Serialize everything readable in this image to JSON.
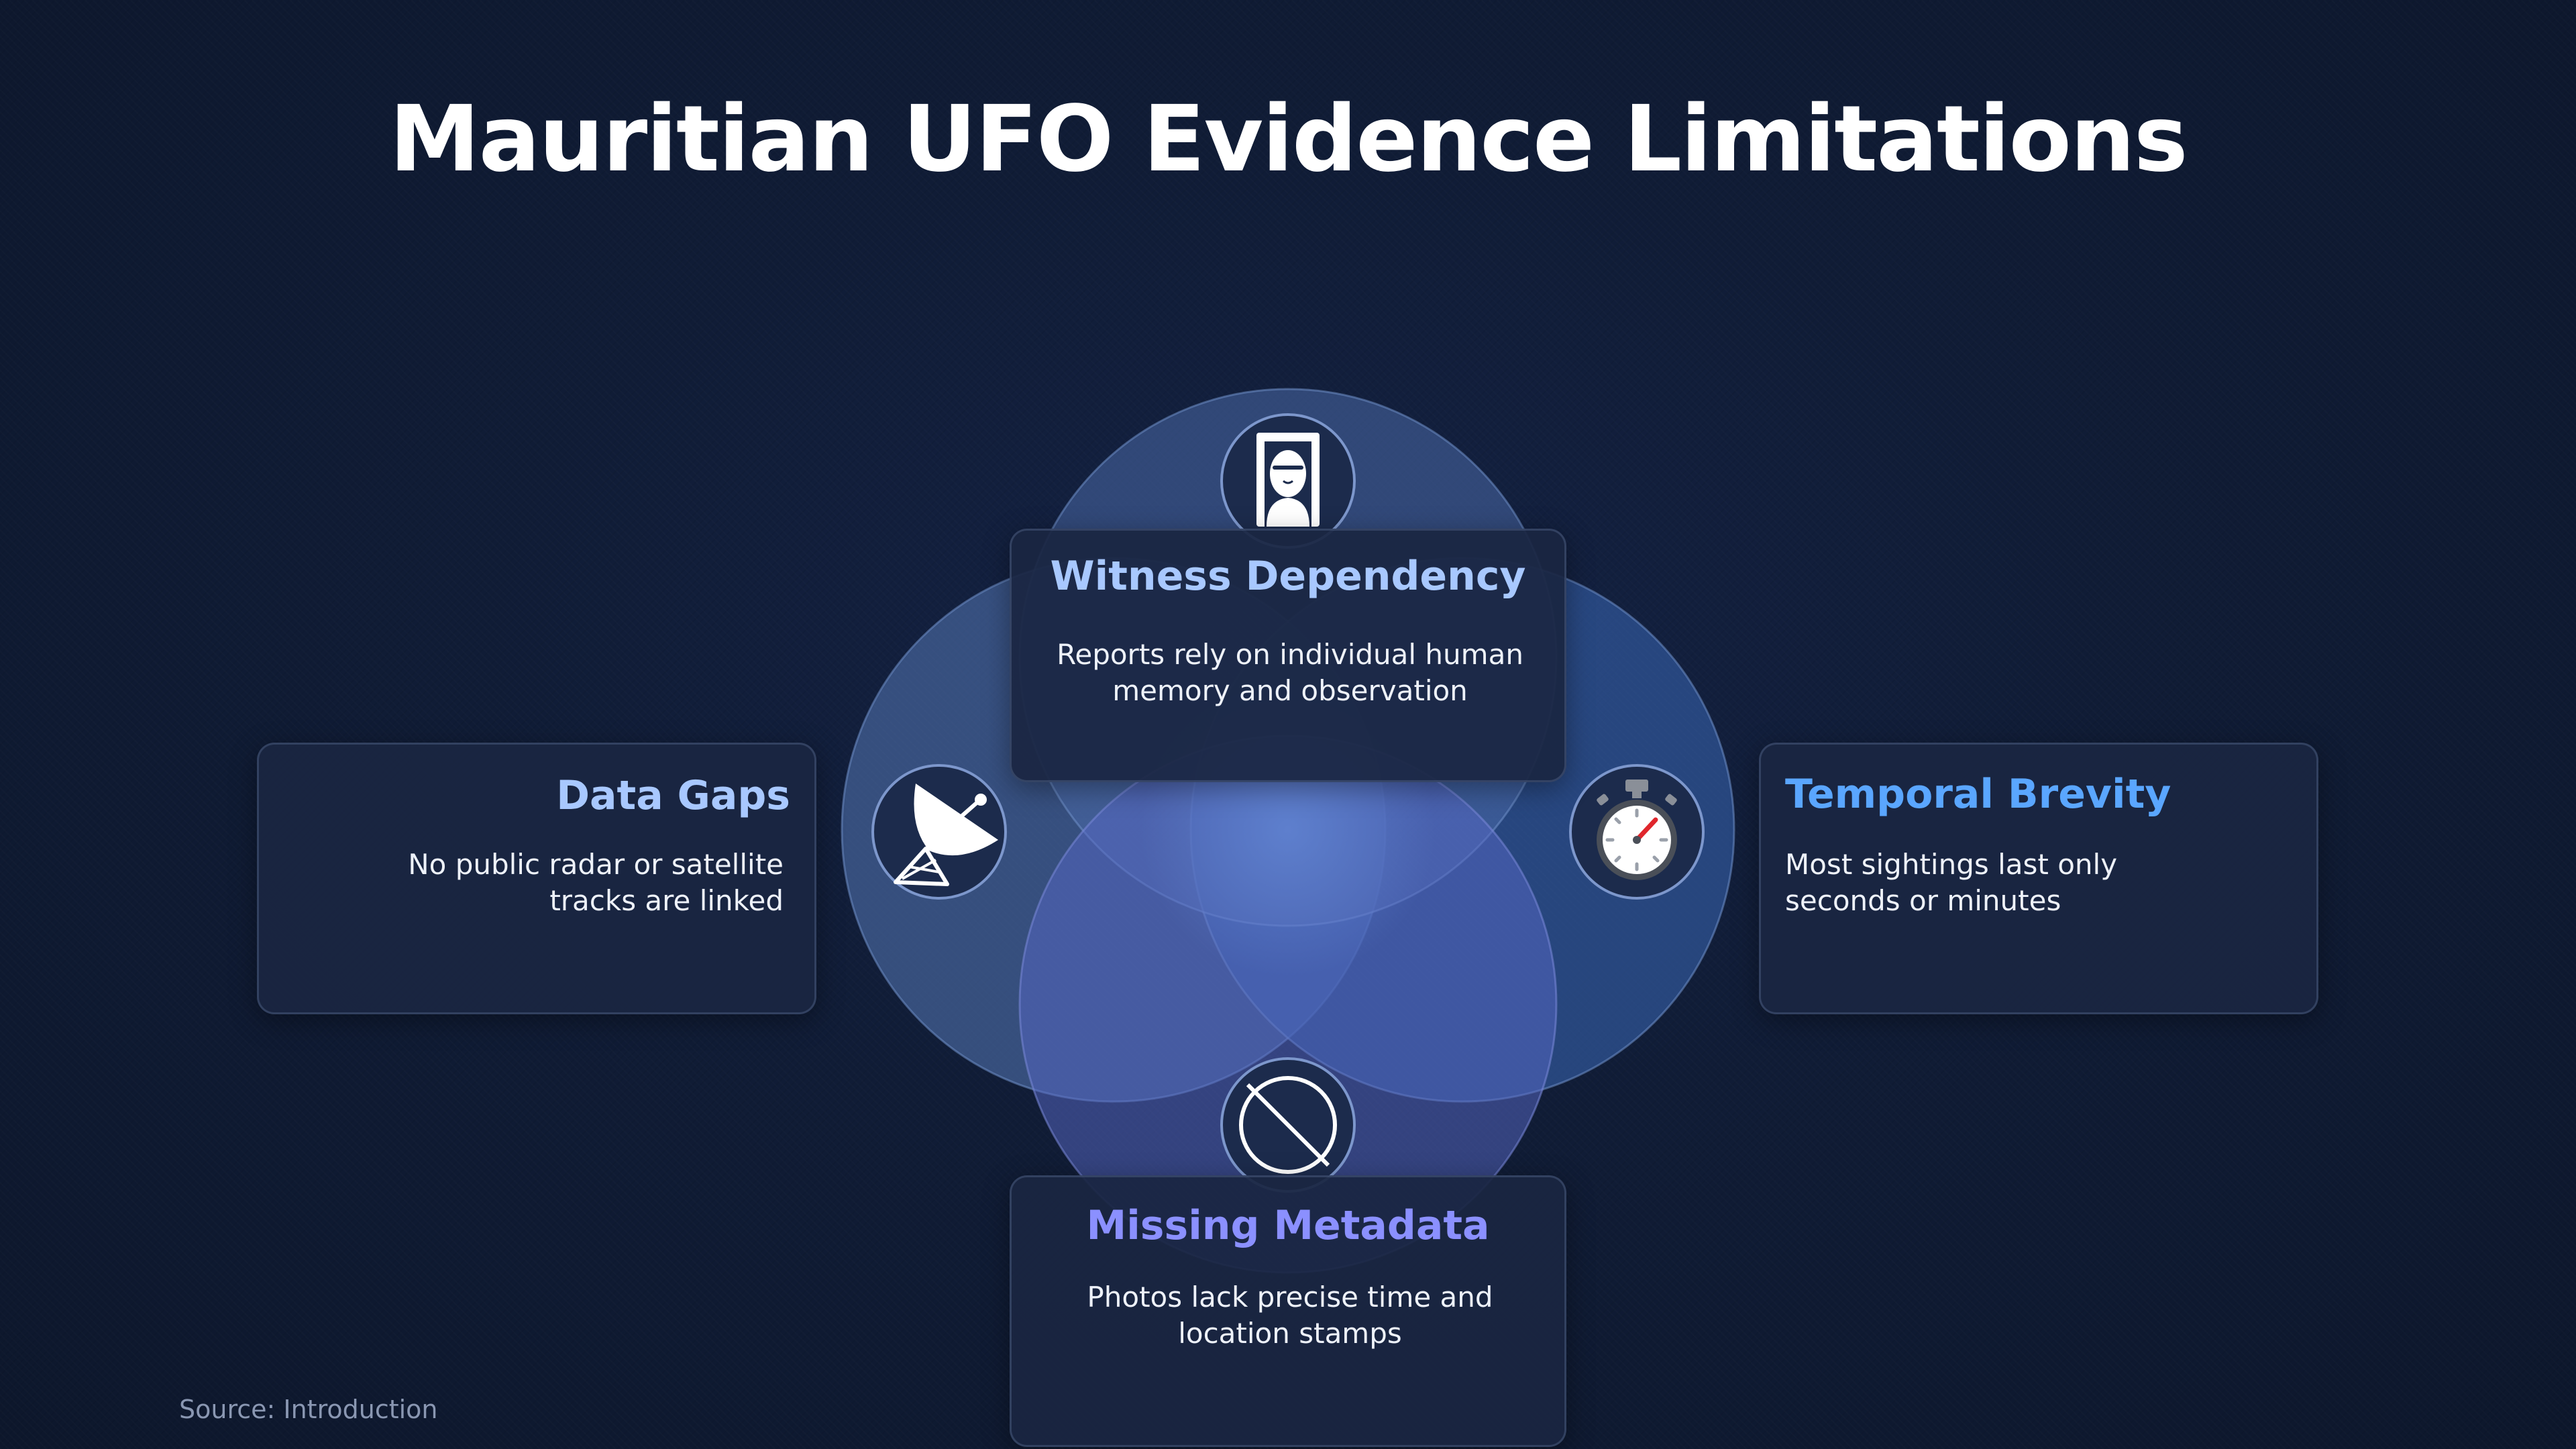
{
  "title": "Mauritian UFO Evidence Limitations",
  "colors": {
    "background": "#0f1a30",
    "circle_top": "#4a6aa8",
    "circle_left": "#4e6da8",
    "circle_right": "#355da6",
    "circle_bottom": "#5464c2",
    "card_background": "#1a2642",
    "title_light_blue": "#a8c8ff",
    "title_bright_blue": "#5aa6ff",
    "title_violet": "#8b90ff"
  },
  "limitations": {
    "witness": {
      "title": "Witness Dependency",
      "description": "Reports rely on individual human memory and observation",
      "icon": "witness-portrait-icon"
    },
    "gaps": {
      "title": "Data Gaps",
      "description": "No public radar or satellite tracks are linked",
      "icon": "satellite-dish-icon"
    },
    "temporal": {
      "title": "Temporal Brevity",
      "description": "Most sightings last only seconds or minutes",
      "icon": "stopwatch-icon"
    },
    "metadata": {
      "title": "Missing Metadata",
      "description": "Photos lack precise time and location stamps",
      "icon": "prohibited-icon"
    }
  },
  "source": "Source: Introduction"
}
